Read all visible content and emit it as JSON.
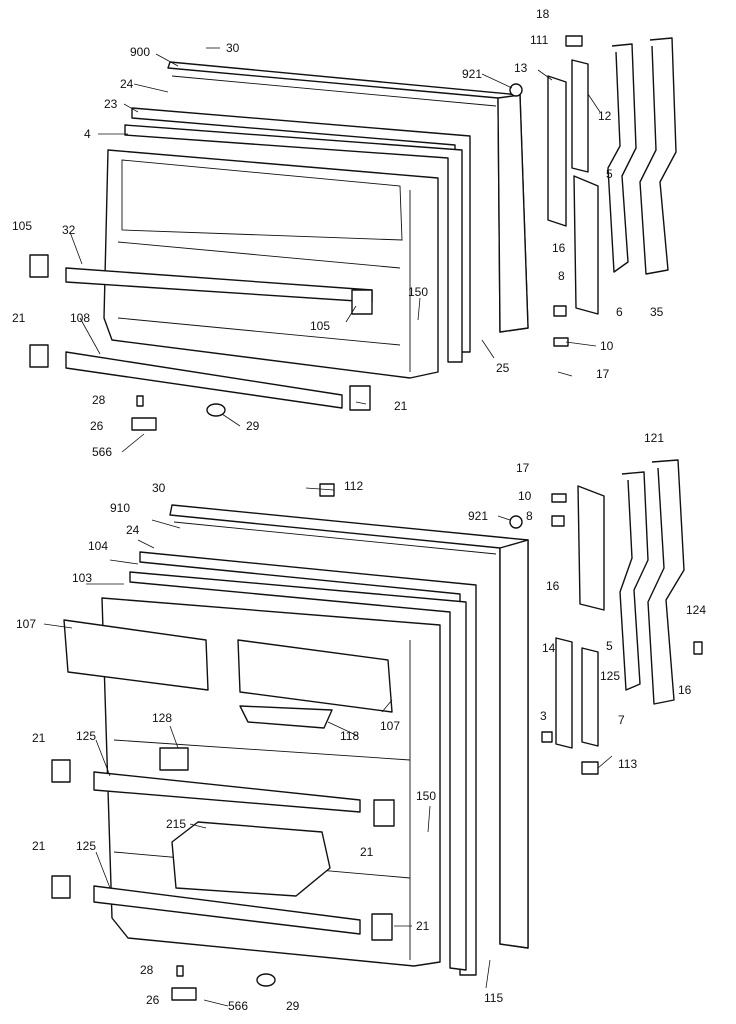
{
  "colors": {
    "line": "#111111",
    "paper": "#ffffff"
  },
  "callouts": {
    "freezer": [
      "900",
      "30",
      "18",
      "111",
      "921",
      "13",
      "12",
      "24",
      "23",
      "4",
      "5",
      "16",
      "6",
      "35",
      "105",
      "32",
      "150",
      "8",
      "105",
      "10",
      "17",
      "25",
      "21",
      "108",
      "28",
      "21",
      "26",
      "29",
      "566"
    ],
    "fresh_food": [
      "30",
      "112",
      "17",
      "121",
      "10",
      "910",
      "921",
      "8",
      "24",
      "104",
      "103",
      "16",
      "107",
      "124",
      "14",
      "125",
      "5",
      "16",
      "107",
      "118",
      "128",
      "3",
      "7",
      "21",
      "125",
      "113",
      "150",
      "215",
      "21",
      "21",
      "125",
      "21",
      "28",
      "115",
      "26",
      "566",
      "29"
    ]
  }
}
